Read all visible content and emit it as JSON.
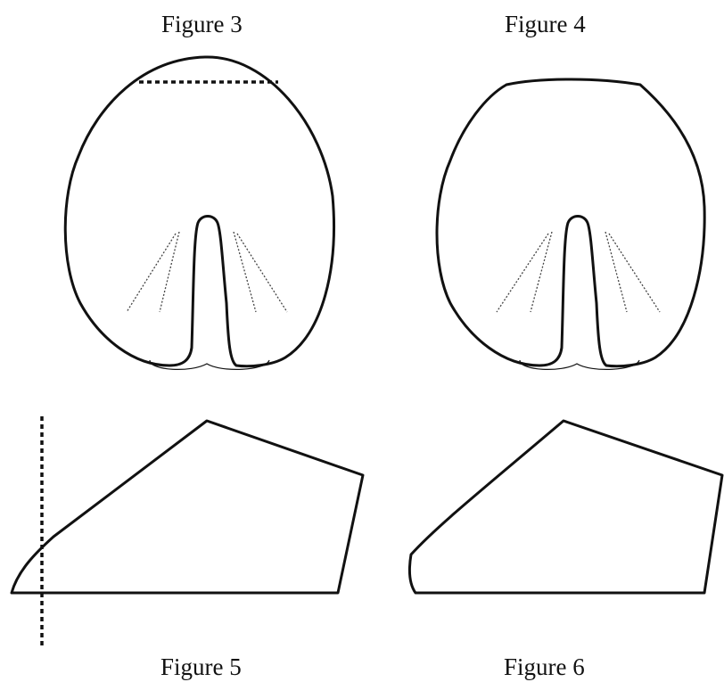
{
  "figures": [
    {
      "caption": "Figure 3",
      "subject": "hoof-sole-view",
      "marked_trim_line": true
    },
    {
      "caption": "Figure 4",
      "subject": "hoof-sole-view",
      "marked_trim_line": false
    },
    {
      "caption": "Figure 5",
      "subject": "hoof-side-view",
      "marked_trim_line": true
    },
    {
      "caption": "Figure 6",
      "subject": "hoof-side-view",
      "marked_trim_line": false
    }
  ],
  "colors": {
    "outline": "#111111",
    "frog_detail": "#444444",
    "trim_line": "#111111",
    "background": "#ffffff"
  }
}
